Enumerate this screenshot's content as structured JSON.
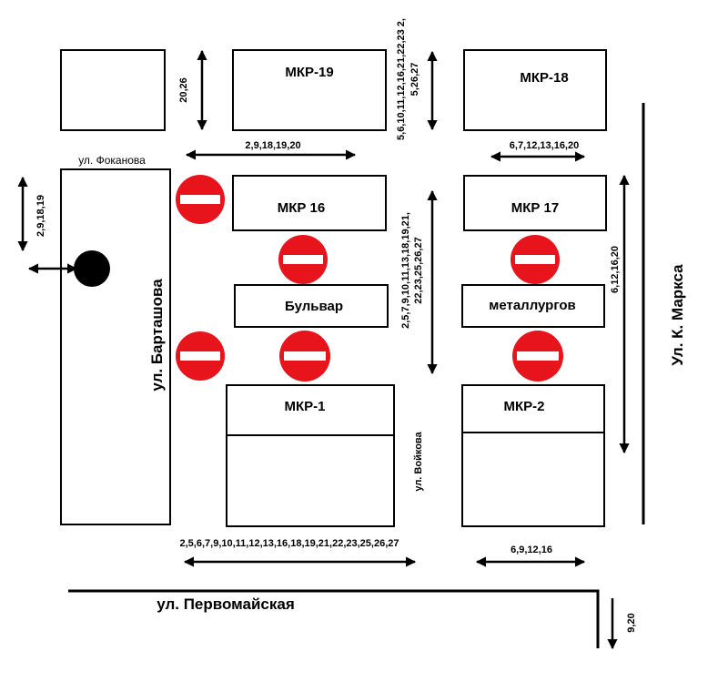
{
  "blocks": {
    "mkr19": "МКР-19",
    "mkr18": "МКР-18",
    "mkr16": "МКР 16",
    "mkr17": "МКР 17",
    "bulvar": "Бульвар",
    "metallurgov": "металлургов",
    "mkr1": "МКР-1",
    "mkr2": "МКР-2"
  },
  "streets": {
    "fokanova": "ул. Фоканова",
    "bartashova": "ул. Барташова",
    "k_marksa": "Ул. К. Маркса",
    "voykova": "ул. Войкова",
    "pervomayskaya": "ул. Первомайская"
  },
  "routes": {
    "r_20_26": "20,26",
    "r_fokanova": "2,9,18,19,20",
    "r_vert_top_1": "5,6,10,11,12,16,21,22,23 2,",
    "r_vert_top_2": "5,26,27",
    "r_mkr18": "6,7,12,13,16,20",
    "r_bartashova_top": "2,9,18,19",
    "r_center_1": "2,5,7,9,10,11,13,18,19,21,",
    "r_center_2": "22,23,25,26,27",
    "r_k_marksa": "6,12,16,20",
    "r_bottom_left": "2,5,6,7,9,10,11,12,13,16,18,19,21,22,23,25,26,27",
    "r_bottom_right": "6,9,12,16",
    "r_pervomayskaya_exit": "9,20"
  },
  "colors": {
    "no_entry_red": "#e8141c",
    "no_entry_bar": "#ffffff",
    "stop_dot": "#000000"
  },
  "icons": {
    "no_entry": "no-entry-sign",
    "stop": "bus-stop-dot"
  }
}
